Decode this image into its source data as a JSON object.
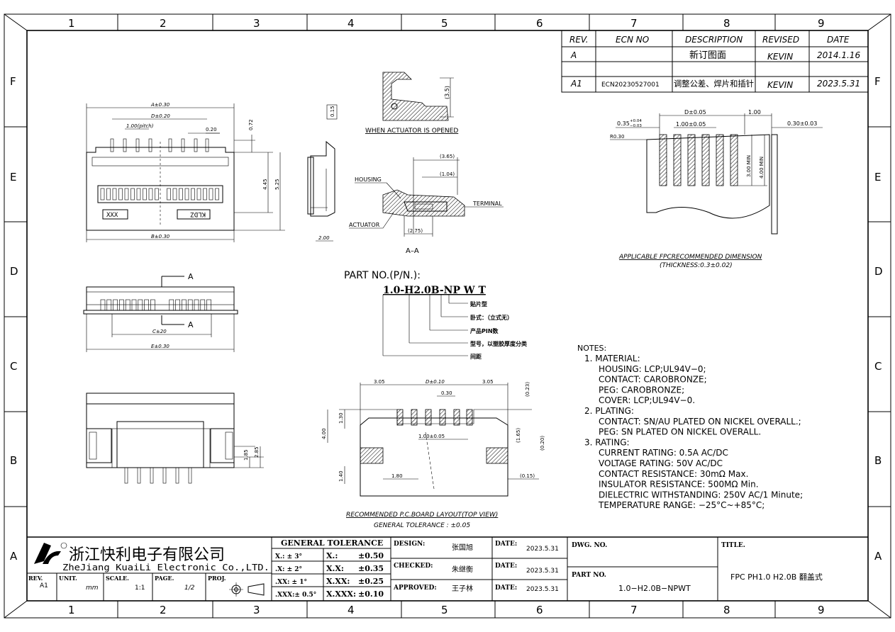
{
  "grid": {
    "columns": [
      "1",
      "2",
      "3",
      "4",
      "5",
      "6",
      "7",
      "8",
      "9"
    ],
    "rows": [
      "F",
      "E",
      "D",
      "C",
      "B",
      "A"
    ]
  },
  "revision_table": {
    "headers": [
      "REV.",
      "ECN NO",
      "DESCRIPTION",
      "REVISED",
      "DATE"
    ],
    "rows": [
      [
        "A",
        "",
        "新订图面",
        "KEVIN",
        "2014.1.16"
      ],
      [
        "A1",
        "ECN20230527001",
        "调整公差、焊片和插针",
        "KEVIN",
        "2023.5.31"
      ]
    ]
  },
  "front_view": {
    "dims": {
      "a": "A±0.30",
      "d": "D±0.20",
      "pitch": "1.00(pitch)",
      "w020": "0.20",
      "h072": "0.72",
      "h445": "4.45",
      "h525": "5.25",
      "b": "B±0.30"
    },
    "marks": {
      "left": "XXX",
      "right": "KLDZ"
    }
  },
  "side_view": {
    "flatness": "0.15",
    "width": "2.00"
  },
  "opened_view": {
    "dim": "(3.5)",
    "caption": "WHEN ACTUATOR IS OPENED"
  },
  "section_view": {
    "dims": {
      "d365": "(3.65)",
      "d104": "(1.04)",
      "d275": "(2.75)"
    },
    "labels": {
      "housing": "HOUSING",
      "terminal": "TERMINAL",
      "actuator": "ACTUATOR"
    },
    "caption": "A–A"
  },
  "top_view": {
    "marker": "A",
    "c": "C±20",
    "e": "E±0.30"
  },
  "part_no": {
    "title": "PART NO.(P/N.):",
    "code": "1.0-H2.0B-NP W T",
    "legend": [
      "贴片型",
      "卧式：（立式无）",
      "产品PIN数",
      "型号，以塑胶厚度分类",
      "间距"
    ]
  },
  "fpc": {
    "dims": {
      "d": "D±0.05",
      "pitch": "1.00±0.05",
      "d035": "0.35",
      "tol_up": "+0.04",
      "tol_dn": "−0.03",
      "r": "R0.30",
      "d100": "1.00",
      "d030": "0.30±0.03",
      "min300": "3.00 MIN",
      "min400": "4.00 MIN"
    },
    "caption": "APPLICABLE  FPCRECOMMENDED  DIMENSION",
    "sub": "(THICKNESS:0.3±0.02)"
  },
  "notes": {
    "title": "NOTES:",
    "lines": [
      "1.  MATERIAL:",
      "HOUSING:  LCP;UL94V−0;",
      "CONTACT:  CAROBRONZE;",
      "PEG:  CAROBRONZE;",
      "COVER:  LCP;UL94V−0.",
      "2.  PLATING:",
      "CONTACT:  SN/AU  PLATED  ON  NICKEL  OVERALL.;",
      "PEG:  SN  PLATED  ON  NICKEL  OVERALL.",
      "3.  RATING:",
      "CURRENT  RATING:  0.5A  AC/DC",
      "VOLTAGE  RATING:  50V  AC/DC",
      "CONTACT  RESISTANCE:  30mΩ  Max.",
      "INSULATOR  RESISTANCE:  500MΩ  Min.",
      "DIELECTRIC  WITHSTANDING:  250V  AC/1  Minute;",
      "TEMPERATURE  RANGE:  −25°C~+85°C;"
    ]
  },
  "pcb": {
    "dims": {
      "d305a": "3.05",
      "d": "D±0.10",
      "d305b": "3.05",
      "d030": "0.30",
      "d023": "(0.23)",
      "h130": "1.30",
      "h400": "4.00",
      "pitch": "1.00±0.05",
      "d165": "(1.65)",
      "d020": "(0.20)",
      "h140": "1.40",
      "w180": "1.80",
      "d015": "(0.15)"
    },
    "caption": "RECOMMENDED  P.C.BOARD  LAYOUT(TOP  VIEW)",
    "sub": "GENERAL  TOLERANCE  :  ±0.05"
  },
  "title_block": {
    "company_cn": "浙江快利电子有限公司",
    "company_en": "ZheJiang KuaiLi Electronic Co.,LTD.",
    "rev_label": "REV.",
    "rev": "A1",
    "unit_label": "UNIT.",
    "unit": "mm",
    "scale_label": "SCALE.",
    "scale": "1:1",
    "page_label": "PAGE.",
    "page": "1/2",
    "proj_label": "PROJ.",
    "tolerance_title": "GENERAL  TOLERANCE",
    "tolerance": [
      [
        "X.: ± 3°",
        "X.:",
        "±0.50"
      ],
      [
        ".X: ± 2°",
        "X.X:",
        "±0.35"
      ],
      [
        ".XX: ± 1°",
        "X.XX:",
        "±0.25"
      ],
      [
        ".XXX:± 0.5°",
        "X.XXX:",
        "±0.10"
      ]
    ],
    "design_label": "DESIGN:",
    "design": "张国旭",
    "checked_label": "CHECKED:",
    "checked": "朱继衡",
    "approved_label": "APPROVED:",
    "approved": "王子林",
    "date_label": "DATE:",
    "date1": "2023.5.31",
    "date2": "2023.5.31",
    "date3": "2023.5.31",
    "dwg_label": "DWG. NO.",
    "partno_label": "PART NO.",
    "partno": "1.0−H2.0B−NPWT",
    "title_label": "TITLE.",
    "title": "FPC PH1.0 H2.0B 翻盖式"
  }
}
